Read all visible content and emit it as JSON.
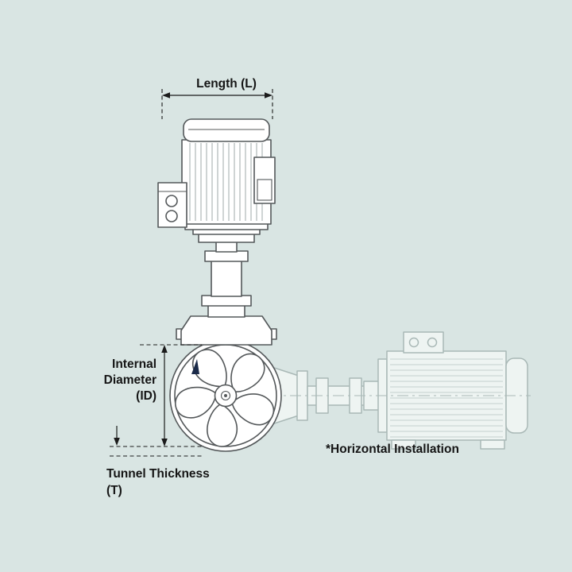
{
  "diagram": {
    "labels": {
      "length": "Length (L)",
      "internal_diameter": [
        "Internal",
        "Diameter",
        "(ID)"
      ],
      "tunnel_thickness": [
        "Tunnel Thickness",
        "(T)"
      ],
      "horizontal_installation": "*Horizontal Installation"
    },
    "colors": {
      "background": "#d9e5e3",
      "outline_dark": "#54585a",
      "outline_faded": "#a9b8b6",
      "annotation": "#1b1b1b",
      "logo": "#1a2a48",
      "fill": "#ffffff"
    }
  }
}
